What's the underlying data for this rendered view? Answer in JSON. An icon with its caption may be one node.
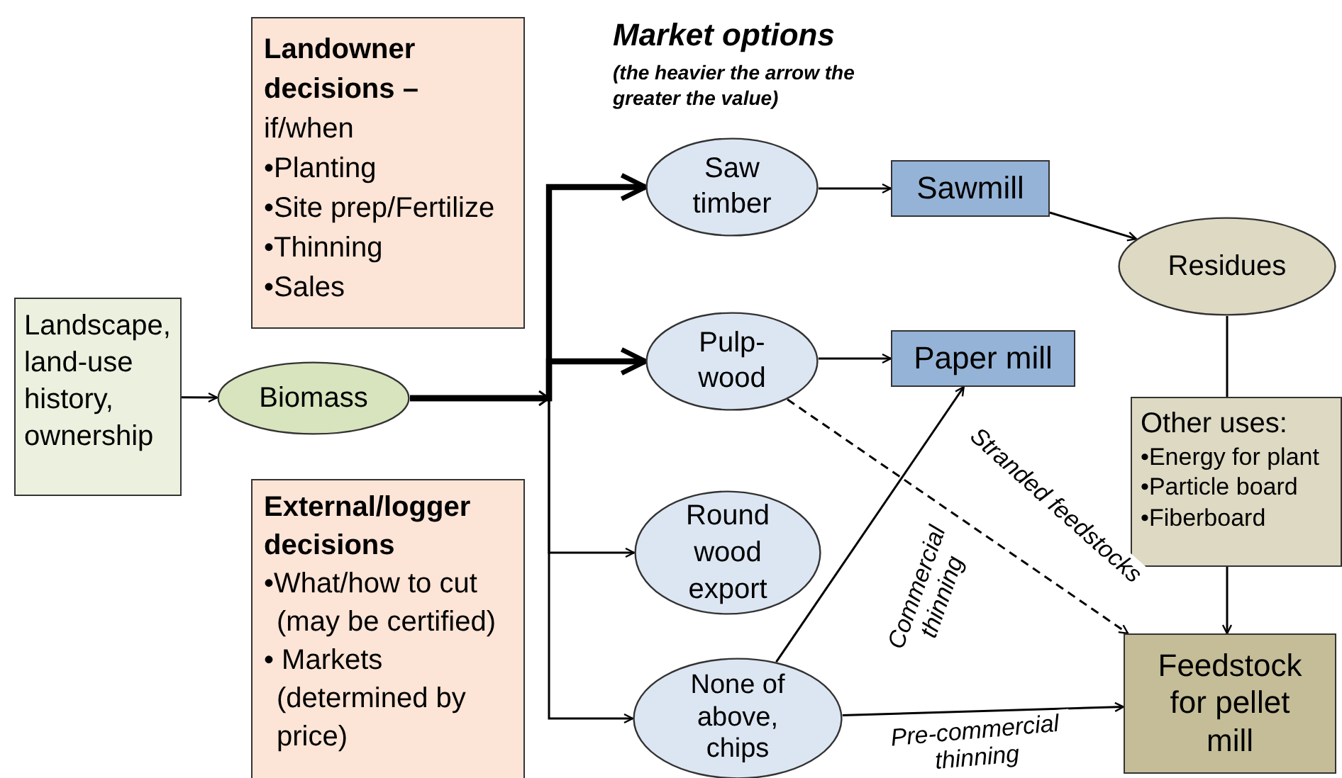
{
  "diagram": {
    "title": "Market options",
    "nodes": [
      {
        "text": [
          "Landscape, land-use history, ownership"
        ]
      },
      {
        "text": [
          "Biomass"
        ]
      },
      {
        "text": [
          "Landowner decisions –",
          "if/when",
          "•Planting",
          "•Site prep/Fertilize",
          "•Thinning",
          "•Sales"
        ]
      },
      {
        "text": [
          "External/logger decisions",
          "•What/how to cut (may be certified)",
          "• Markets (determined by price)"
        ]
      },
      {
        "text": [
          "Saw timber"
        ]
      },
      {
        "text": [
          "Pulp-wood"
        ]
      },
      {
        "text": [
          "Round wood export"
        ]
      },
      {
        "text": [
          "None of above, chips"
        ]
      },
      {
        "text": [
          "Sawmill"
        ]
      },
      {
        "text": [
          "Paper mill"
        ]
      },
      {
        "text": [
          "Residues"
        ]
      },
      {
        "text": [
          "Other uses:",
          "•Energy for plant",
          "•Particle board",
          "•Fiberboard"
        ]
      },
      {
        "text": [
          "Feedstock for pellet mill"
        ]
      }
    ],
    "edges": [
      {
        "from": 0,
        "to": 1,
        "arrow": "to"
      },
      {
        "from": 1,
        "to": 4,
        "arrow": "to",
        "style": "thick"
      },
      {
        "from": 1,
        "to": 5,
        "arrow": "to",
        "style": "thick"
      },
      {
        "from": 1,
        "to": 6,
        "arrow": "to"
      },
      {
        "from": 1,
        "to": 7,
        "arrow": "to"
      },
      {
        "from": 4,
        "to": 8,
        "arrow": "to"
      },
      {
        "from": 5,
        "to": 9,
        "arrow": "to"
      },
      {
        "from": 8,
        "to": 10,
        "arrow": "to"
      },
      {
        "from": 10,
        "to": 11,
        "arrow": "none"
      },
      {
        "from": 11,
        "to": 12,
        "arrow": "to"
      },
      {
        "from": 5,
        "to": 12,
        "arrow": "to",
        "style": "dashed",
        "label": "Stranded feedstocks"
      },
      {
        "from": 7,
        "to": 9,
        "arrow": "to",
        "label": "Commercial thinning"
      },
      {
        "from": 7,
        "to": 12,
        "arrow": "to",
        "label": "Pre-commercial thinning"
      }
    ],
    "labels": [
      "(the heavier the arrow the greater the value)"
    ]
  }
}
